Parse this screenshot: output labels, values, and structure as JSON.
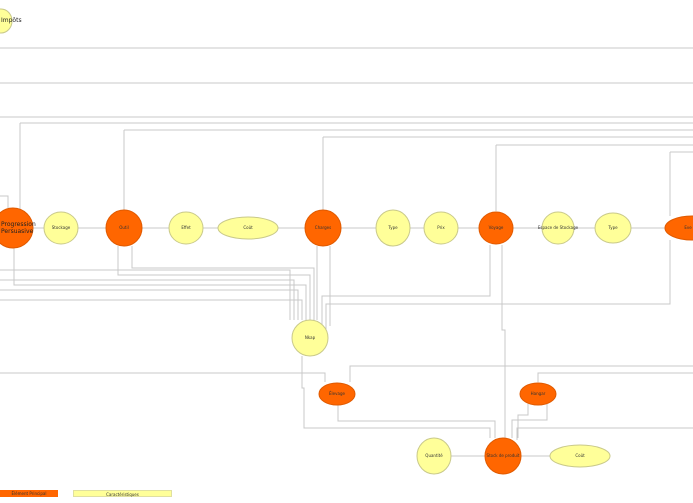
{
  "colors": {
    "main": "#ff6600",
    "characteristic": "#ffff99"
  },
  "nodes": {
    "top_left": "Impôts",
    "progression": "Progression Persuasive",
    "stockage": "Stockage",
    "outil": "Outil",
    "effet": "Effet",
    "cout1": "Coût",
    "charges": "Charges",
    "type1": "Type",
    "prix": "Prix",
    "voyage": "Voyage",
    "espace": "Espace de Stockage",
    "type2": "Type",
    "evenement": "Eve",
    "nkap": "Nkap",
    "elevage": "Élevage",
    "hangar": "Hangar",
    "quantite": "Quantité",
    "stock": "Stock de produit",
    "cout2": "Coût"
  },
  "legend": {
    "main": "Élément Principal",
    "characteristic": "Caractéristiques"
  }
}
